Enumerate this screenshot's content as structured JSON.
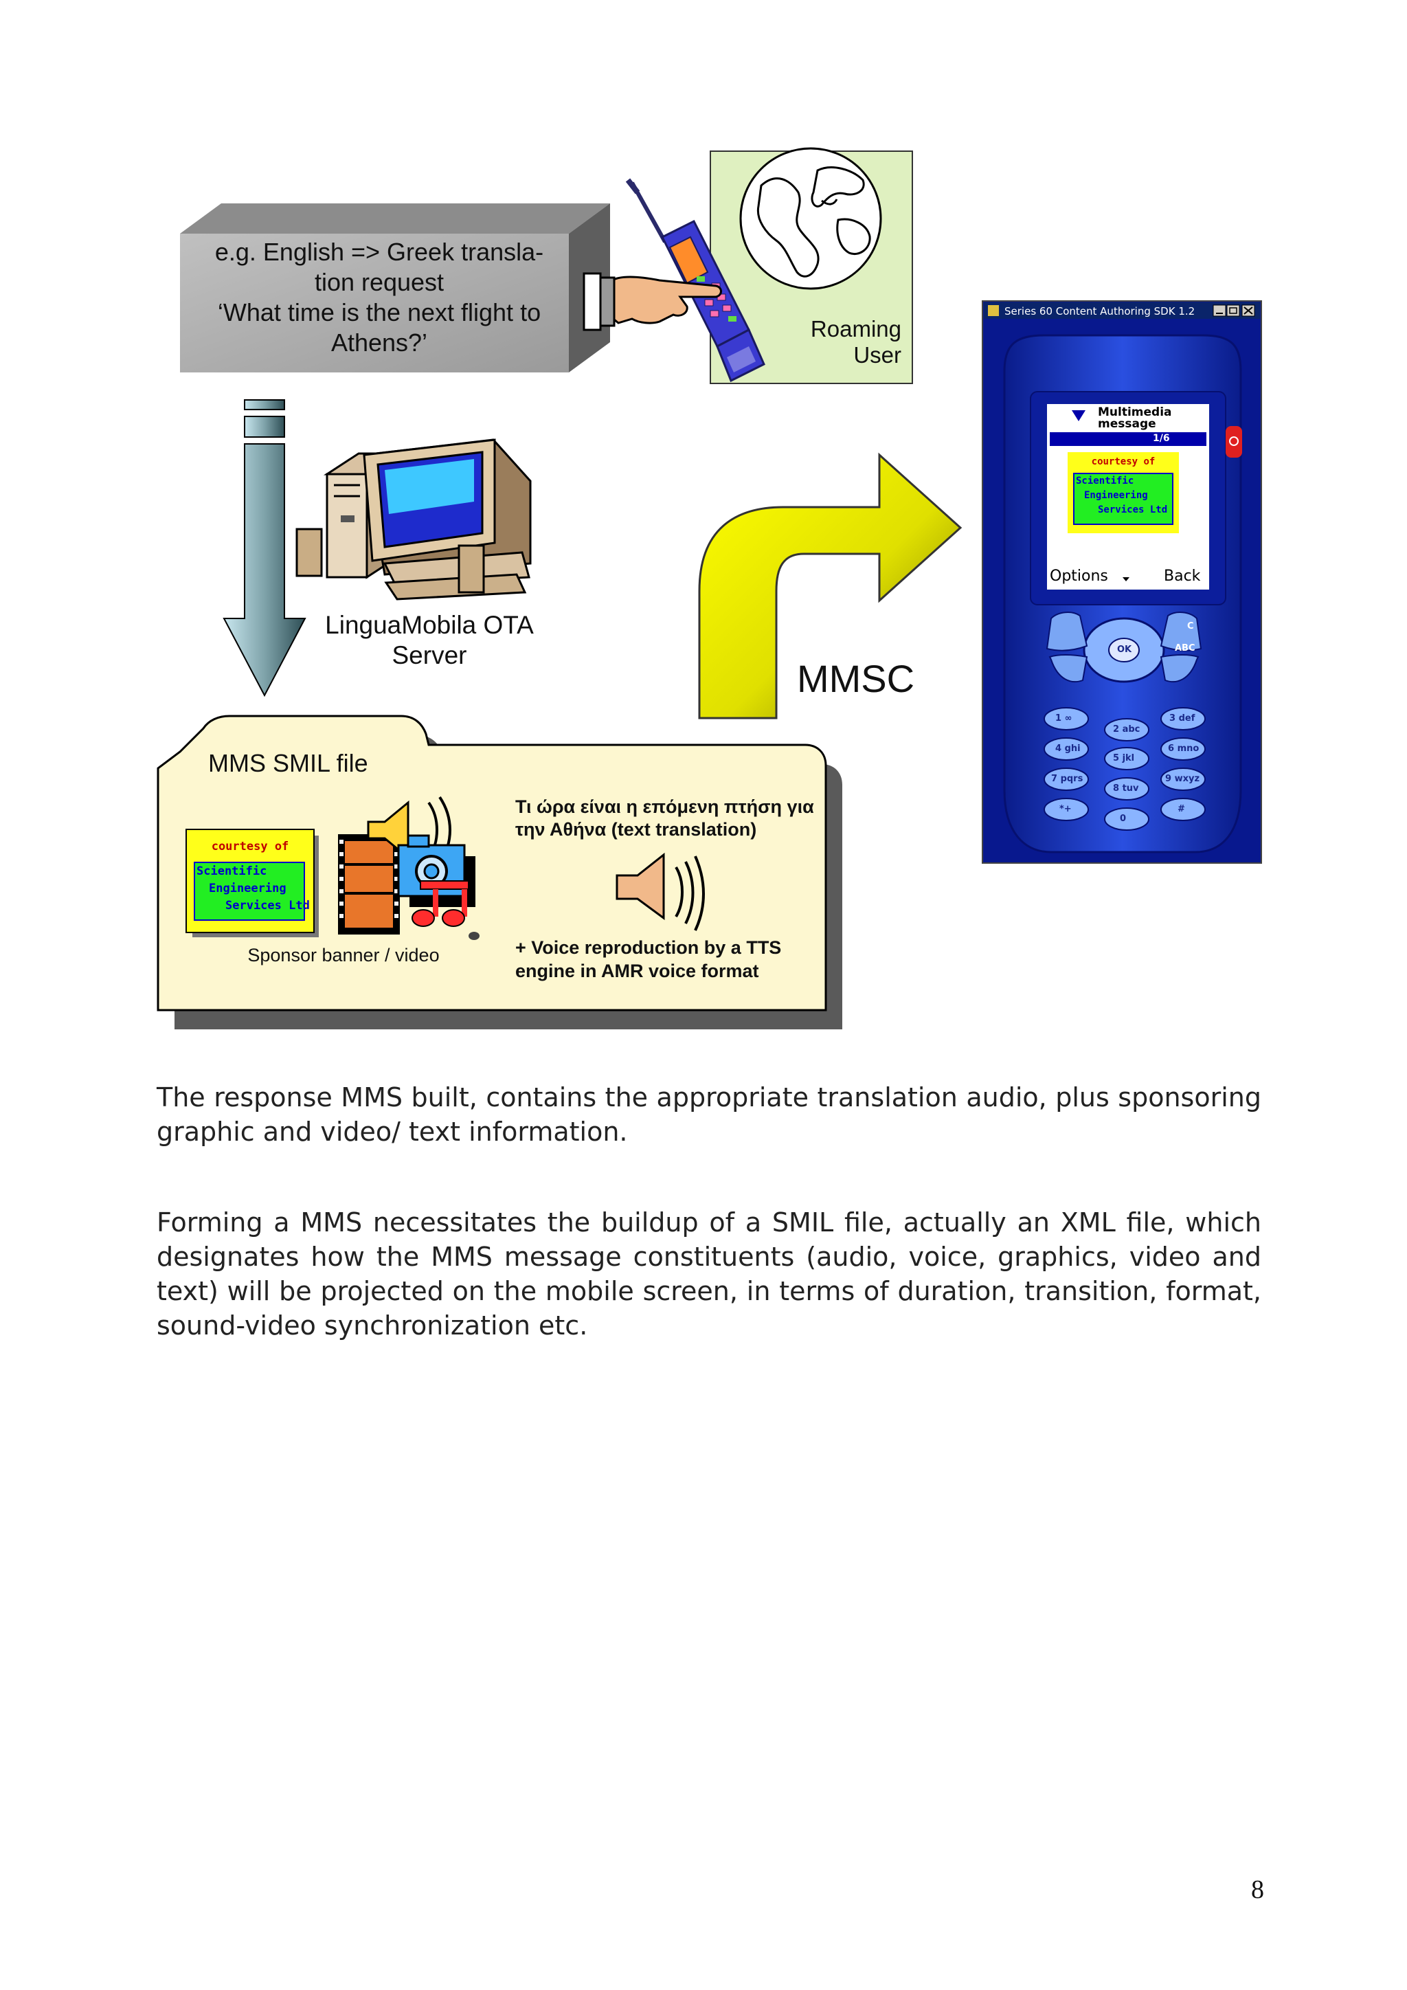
{
  "diagram": {
    "request_lines": [
      "e.g. English => Greek transla-",
      "tion request",
      "‘What time is the next flight to",
      "Athens?’"
    ],
    "roaming_user_lines": [
      "Roaming",
      "User"
    ],
    "server_lines": [
      "LinguaMobila OTA",
      "Server"
    ],
    "mmsc_label": "MMSC",
    "smil_title": "MMS SMIL file",
    "greek_text": "Τι ώρα είναι η επόμενη πτήση για την Αθήνα (text translation)",
    "voice_text": "+ Voice reproduction by a TTS engine in AMR voice format",
    "sponsor_label": "Sponsor banner / video",
    "banner": {
      "courtesy": "courtesy of",
      "lines": [
        "Scientific",
        "Engineering",
        "Services Ltd"
      ]
    }
  },
  "phone": {
    "window_title": "Series 60 Content Authoring SDK 1.2",
    "message_lines": [
      "Multimedia",
      "message"
    ],
    "page_counter": "1/6",
    "options_label": "Options",
    "back_label": "Back",
    "ok_label": "OK",
    "c_label": "C",
    "abc_label": "ABC",
    "keys": [
      "1 ∞",
      "2 abc",
      "3 def",
      "4 ghi",
      "5 jkl",
      "6 mno",
      "7 pqrs",
      "8 tuv",
      "9 wxyz",
      "*+",
      "0",
      "#"
    ]
  },
  "paragraphs": [
    "The response MMS built, contains the appropriate translation audio, plus sponsoring graphic and video/ text  information.",
    "Forming a MMS necessitates the buildup of a SMIL file, actually an XML file, which designates how the MMS message constituents (audio, voice, graphics, video and text) will be projected on the mobile screen, in terms of duration, transition, format, sound-video synchronization etc."
  ],
  "page_number": "8",
  "colors": {
    "request_box": "#a9a9a9",
    "roaming_panel": "#dff0c0",
    "smil_panel": "#fdf7d0",
    "arrow_gradient": [
      "#ffff00",
      "#707000"
    ],
    "phone_body": "#1030c0",
    "banner_yellow": "#ffff1a",
    "banner_green": "#22ee22"
  }
}
